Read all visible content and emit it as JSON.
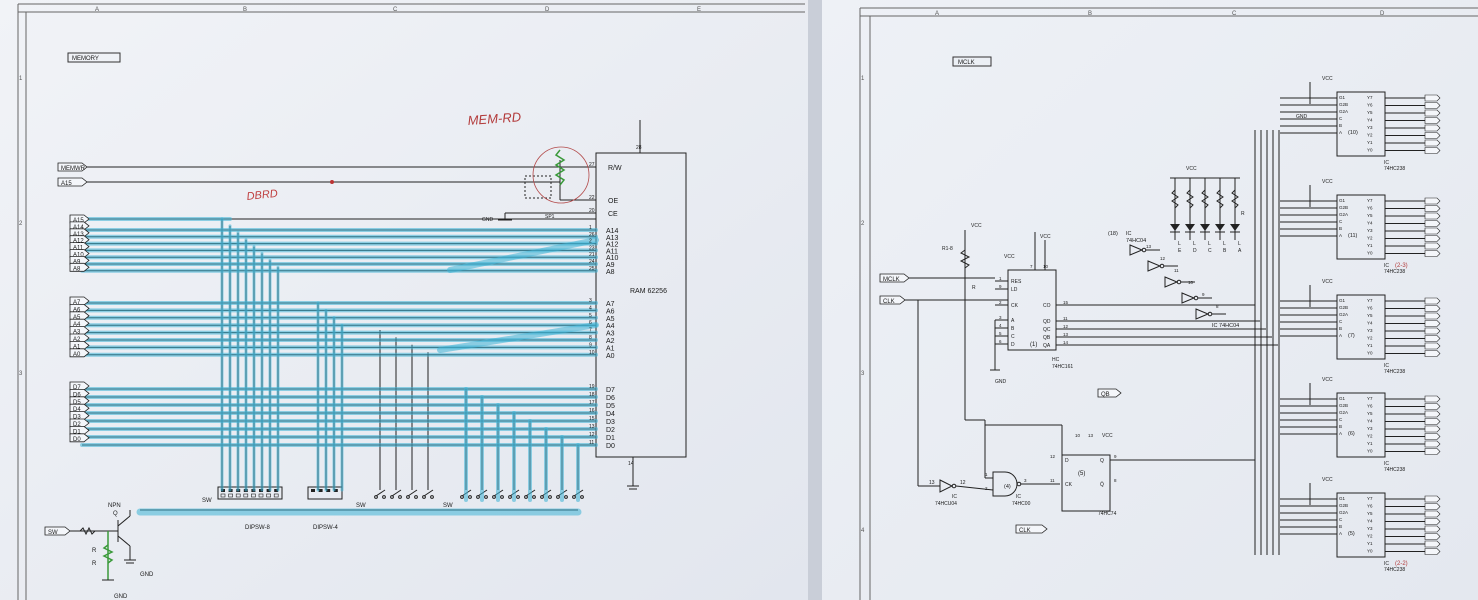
{
  "sheet_left": {
    "title": "MEMORY",
    "columns": [
      "A",
      "B",
      "C",
      "D",
      "E"
    ],
    "rows": [
      "1",
      "2",
      "3"
    ],
    "ram": {
      "name": "RAM 62256",
      "control_pins": [
        {
          "num": "27",
          "label": "R/W"
        },
        {
          "num": "22",
          "label": "OE"
        },
        {
          "num": "20",
          "label": "CE"
        }
      ],
      "vcc_pin": "28",
      "gnd_pin": "14",
      "addr_high": [
        {
          "num": "1",
          "label": "A14"
        },
        {
          "num": "26",
          "label": "A13"
        },
        {
          "num": "2",
          "label": "A12"
        },
        {
          "num": "23",
          "label": "A11"
        },
        {
          "num": "21",
          "label": "A10"
        },
        {
          "num": "24",
          "label": "A9"
        },
        {
          "num": "25",
          "label": "A8"
        }
      ],
      "addr_low": [
        {
          "num": "3",
          "label": "A7"
        },
        {
          "num": "4",
          "label": "A6"
        },
        {
          "num": "5",
          "label": "A5"
        },
        {
          "num": "6",
          "label": "A4"
        },
        {
          "num": "7",
          "label": "A3"
        },
        {
          "num": "8",
          "label": "A2"
        },
        {
          "num": "9",
          "label": "A1"
        },
        {
          "num": "10",
          "label": "A0"
        }
      ],
      "data": [
        {
          "num": "19",
          "label": "D7"
        },
        {
          "num": "18",
          "label": "D6"
        },
        {
          "num": "17",
          "label": "D5"
        },
        {
          "num": "16",
          "label": "D4"
        },
        {
          "num": "15",
          "label": "D3"
        },
        {
          "num": "13",
          "label": "D2"
        },
        {
          "num": "12",
          "label": "D1"
        },
        {
          "num": "11",
          "label": "D0"
        }
      ]
    },
    "ports_top": [
      "MEMWR",
      "A15"
    ],
    "ports_addr_high": [
      "A15",
      "A14",
      "A13",
      "A12",
      "A11",
      "A10",
      "A9",
      "A8"
    ],
    "ports_addr_low": [
      "A7",
      "A6",
      "A5",
      "A4",
      "A3",
      "A2",
      "A1",
      "A0"
    ],
    "ports_data": [
      "D7",
      "D6",
      "D5",
      "D4",
      "D3",
      "D2",
      "D1",
      "D0"
    ],
    "labels": {
      "sp1": "SP1",
      "gnd_sp": "GND",
      "dipsw8": "DIPSW-8",
      "dipsw4": "DIPSW-4",
      "sw": "SW",
      "npn": "NPN",
      "q": "Q",
      "r": "R",
      "gnd": "GND",
      "sw_port": "SW"
    },
    "handwritten": {
      "top": "MEM-RD",
      "mid": "DBRD"
    }
  },
  "sheet_right": {
    "title": "MCLK",
    "columns": [
      "A",
      "B",
      "C",
      "D"
    ],
    "rows": [
      "1",
      "2",
      "3",
      "4"
    ],
    "ports": {
      "mclk": "MCLK",
      "clk": "CLK",
      "qb": "QB",
      "clk_out": "CLK"
    },
    "counter": {
      "type": "HC",
      "part": "74HC161",
      "ref": "(1)",
      "pins_left": [
        "RES",
        "LD",
        "CK",
        "A",
        "B",
        "C",
        "D"
      ],
      "pins_right": [
        "CO",
        "QD",
        "QC",
        "QB",
        "QA"
      ],
      "pin_nums_left": [
        "1",
        "9",
        "2",
        "3",
        "4",
        "5",
        "6"
      ],
      "pin_nums_right": [
        "15",
        "11",
        "12",
        "13",
        "14"
      ],
      "top_pins": [
        "7",
        "10"
      ],
      "gnd": "GND"
    },
    "resistor": {
      "name": "R1-8",
      "r": "R"
    },
    "inverters": {
      "ref": "(18)",
      "ic": "IC",
      "part": "74HC04",
      "pin_nums": [
        "13",
        "12",
        "11",
        "10",
        "9",
        "8"
      ]
    },
    "led_labels": [
      "E",
      "D",
      "C",
      "B",
      "A"
    ],
    "led_resistor": "R",
    "gates": {
      "inv_ref": "13",
      "inv_pin": "12",
      "inv_ic": "IC",
      "inv_part": "74HCU04",
      "nand_ref": "(4)",
      "nand_ic": "IC",
      "nand_part": "74HC00",
      "nand_pins": [
        "1",
        "2",
        "3"
      ],
      "ff_ref": "(5)",
      "ff_part": "74HC74",
      "ff_pins": [
        "12",
        "11",
        "9",
        "8",
        "10",
        "13"
      ],
      "ff_labels": [
        "D",
        "CK",
        "Q",
        "Q̄"
      ]
    },
    "decoders": [
      {
        "ref": "(10)",
        "part": "74HC238",
        "note": ""
      },
      {
        "ref": "(11)",
        "part": "74HC238",
        "note": "(2-3)"
      },
      {
        "ref": "(7)",
        "part": "74HC238",
        "note": ""
      },
      {
        "ref": "(6)",
        "part": "74HC238",
        "note": ""
      },
      {
        "ref": "(5)",
        "part": "74HC238",
        "note": "(2-2)"
      }
    ],
    "decoder_pins_left": [
      "G1",
      "G2B",
      "G2A",
      "C",
      "B",
      "A"
    ],
    "decoder_pins_right": [
      "Y7",
      "Y6",
      "Y5",
      "Y4",
      "Y3",
      "Y2",
      "Y1",
      "Y0"
    ],
    "vcc": "VCC",
    "gnd": "GND",
    "ic": "IC"
  }
}
